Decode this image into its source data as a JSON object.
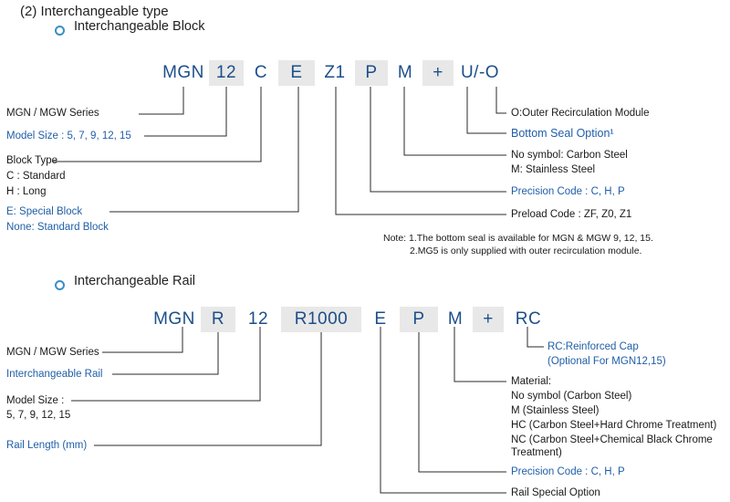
{
  "section_title": "(2) Interchangeable type",
  "block": {
    "subtitle": "Interchangeable Block",
    "codes": [
      "MGN",
      "12",
      "C",
      "E",
      "Z1",
      "P",
      "M",
      "+",
      "U/-O"
    ],
    "labels": {
      "series": "MGN / MGW Series",
      "model_size": "Model Size :  5, 7, 9, 12, 15",
      "block_type": "Block Type",
      "block_c": "C : Standard",
      "block_h": "H : Long",
      "special": "E: Special Block",
      "standard": "None: Standard Block",
      "outer": "O:Outer Recirculation Module",
      "bottom_seal": "Bottom Seal Option¹",
      "material_1": "No symbol: Carbon Steel",
      "material_2": "M: Stainless Steel",
      "precision": "Precision Code : C, H, P",
      "preload": "Preload Code : ZF, Z0, Z1"
    },
    "note_1": "Note: 1.The bottom seal is available for MGN & MGW 9, 12, 15.",
    "note_2": "2.MG5 is only supplied with outer recirculation module."
  },
  "rail": {
    "subtitle": "Interchangeable Rail",
    "codes": [
      "MGN",
      "R",
      "12",
      "R1000",
      "E",
      "P",
      "M",
      "+",
      "RC"
    ],
    "labels": {
      "series": "MGN / MGW Series",
      "rail": "Interchangeable Rail",
      "model_size_1": "Model Size :",
      "model_size_2": "5, 7, 9, 12, 15",
      "length": "Rail Length (mm)",
      "rc_1": "RC:Reinforced Cap",
      "rc_2": "(Optional For MGN12,15)",
      "mat_title": "Material:",
      "mat_1": "No symbol (Carbon Steel)",
      "mat_2": "M (Stainless Steel)",
      "mat_3": "HC (Carbon Steel+Hard Chrome Treatment)",
      "mat_4": "NC (Carbon Steel+Chemical Black Chrome",
      "mat_5": "Treatment)",
      "precision": "Precision Code : C, H, P",
      "special": "Rail Special Option"
    }
  }
}
